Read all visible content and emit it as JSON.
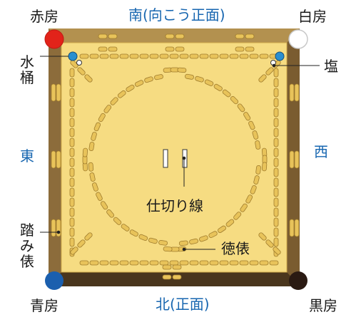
{
  "labels": {
    "south": "南(向こう正面)",
    "north": "北(正面)",
    "east": "東",
    "west": "西",
    "akabusa": "赤房",
    "shirobusa": "白房",
    "aobusa": "青房",
    "kurobusa": "黒房",
    "mizuoke": "水\n桶",
    "shio": "塩",
    "shikirisen": "仕切り線",
    "tokudawara": "徳俵",
    "fumidawara": "踏\nみ\n俵"
  },
  "colors": {
    "outer_frame": "#8a6a3a",
    "outer_frame_dark": "#5b4427",
    "inner_floor": "#f6dc82",
    "bale": "#e8c35a",
    "bale_edge": "#a07d2e",
    "label_blue": "#1766b0",
    "tassel_red": "#e2231a",
    "tassel_white": "#ffffff",
    "tassel_blue": "#1b5fae",
    "tassel_black": "#2a1a12",
    "water_bucket": "#2a8fd0"
  }
}
